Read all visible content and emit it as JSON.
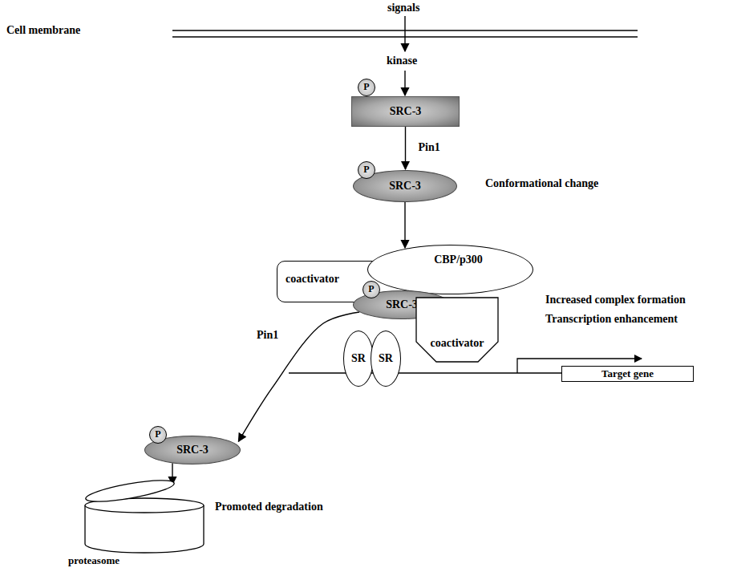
{
  "diagram": {
    "nodes": [
      {
        "text": [
          "P"
        ]
      },
      {
        "text": [
          "SRC-3"
        ]
      },
      {
        "text": [
          "P"
        ]
      },
      {
        "text": [
          "SRC-3"
        ]
      },
      {
        "text": [
          "coactivator"
        ]
      },
      {
        "text": [
          "CBP/p300"
        ]
      },
      {
        "text": [
          "P"
        ]
      },
      {
        "text": [
          "SRC-3"
        ]
      },
      {
        "text": [
          "coactivator"
        ]
      },
      {
        "text": [
          "SR"
        ]
      },
      {
        "text": [
          "SR"
        ]
      },
      {
        "text": [
          "Target gene"
        ]
      },
      {
        "text": [
          "P"
        ]
      },
      {
        "text": [
          "SRC-3"
        ]
      },
      {
        "text": [
          "proteasome"
        ]
      }
    ],
    "edges": [
      {
        "from": 1,
        "to": 3,
        "label": "Pin1",
        "arrow": "to"
      },
      {
        "from": 3,
        "to": 5,
        "arrow": "to"
      },
      {
        "from": 7,
        "to": 13,
        "label": "Pin1",
        "arrow": "to"
      },
      {
        "from": 13,
        "to": 14,
        "arrow": "to"
      }
    ],
    "labels": [
      "Cell membrane",
      "signals",
      "kinase",
      "Conformational change",
      "Increased complex formation",
      "Transcription enhancement",
      "Promoted degradation"
    ]
  }
}
